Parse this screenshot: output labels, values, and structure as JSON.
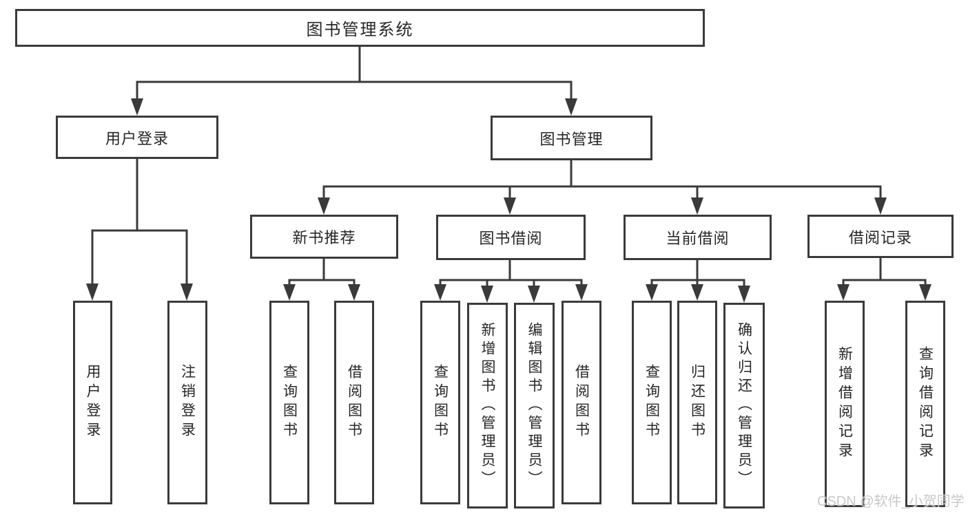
{
  "diagram_title": "图书管理系统",
  "tree": {
    "label": "图书管理系统",
    "children": [
      {
        "label": "用户登录",
        "children": [
          {
            "label": "用户登录"
          },
          {
            "label": "注销登录"
          }
        ]
      },
      {
        "label": "图书管理",
        "children": [
          {
            "label": "新书推荐",
            "children": [
              {
                "label": "查询图书"
              },
              {
                "label": "借阅图书"
              }
            ]
          },
          {
            "label": "图书借阅",
            "children": [
              {
                "label": "查询图书"
              },
              {
                "label": "新增图书（管理员）"
              },
              {
                "label": "编辑图书（管理员）"
              },
              {
                "label": "借阅图书"
              }
            ]
          },
          {
            "label": "当前借阅",
            "children": [
              {
                "label": "查询图书"
              },
              {
                "label": "归还图书"
              },
              {
                "label": "确认归还（管理员）"
              }
            ]
          },
          {
            "label": "借阅记录",
            "children": [
              {
                "label": "新增借阅记录"
              },
              {
                "label": "查询借阅记录"
              }
            ]
          }
        ]
      }
    ]
  },
  "watermark": "CSDN @软件_小贺同学",
  "colors": {
    "line": "#3a3a3a",
    "box_border": "#3a3a3a",
    "box_fill": "#ffffff",
    "text": "#262626",
    "watermark": "#c5c5c5",
    "background": "#ffffff"
  }
}
